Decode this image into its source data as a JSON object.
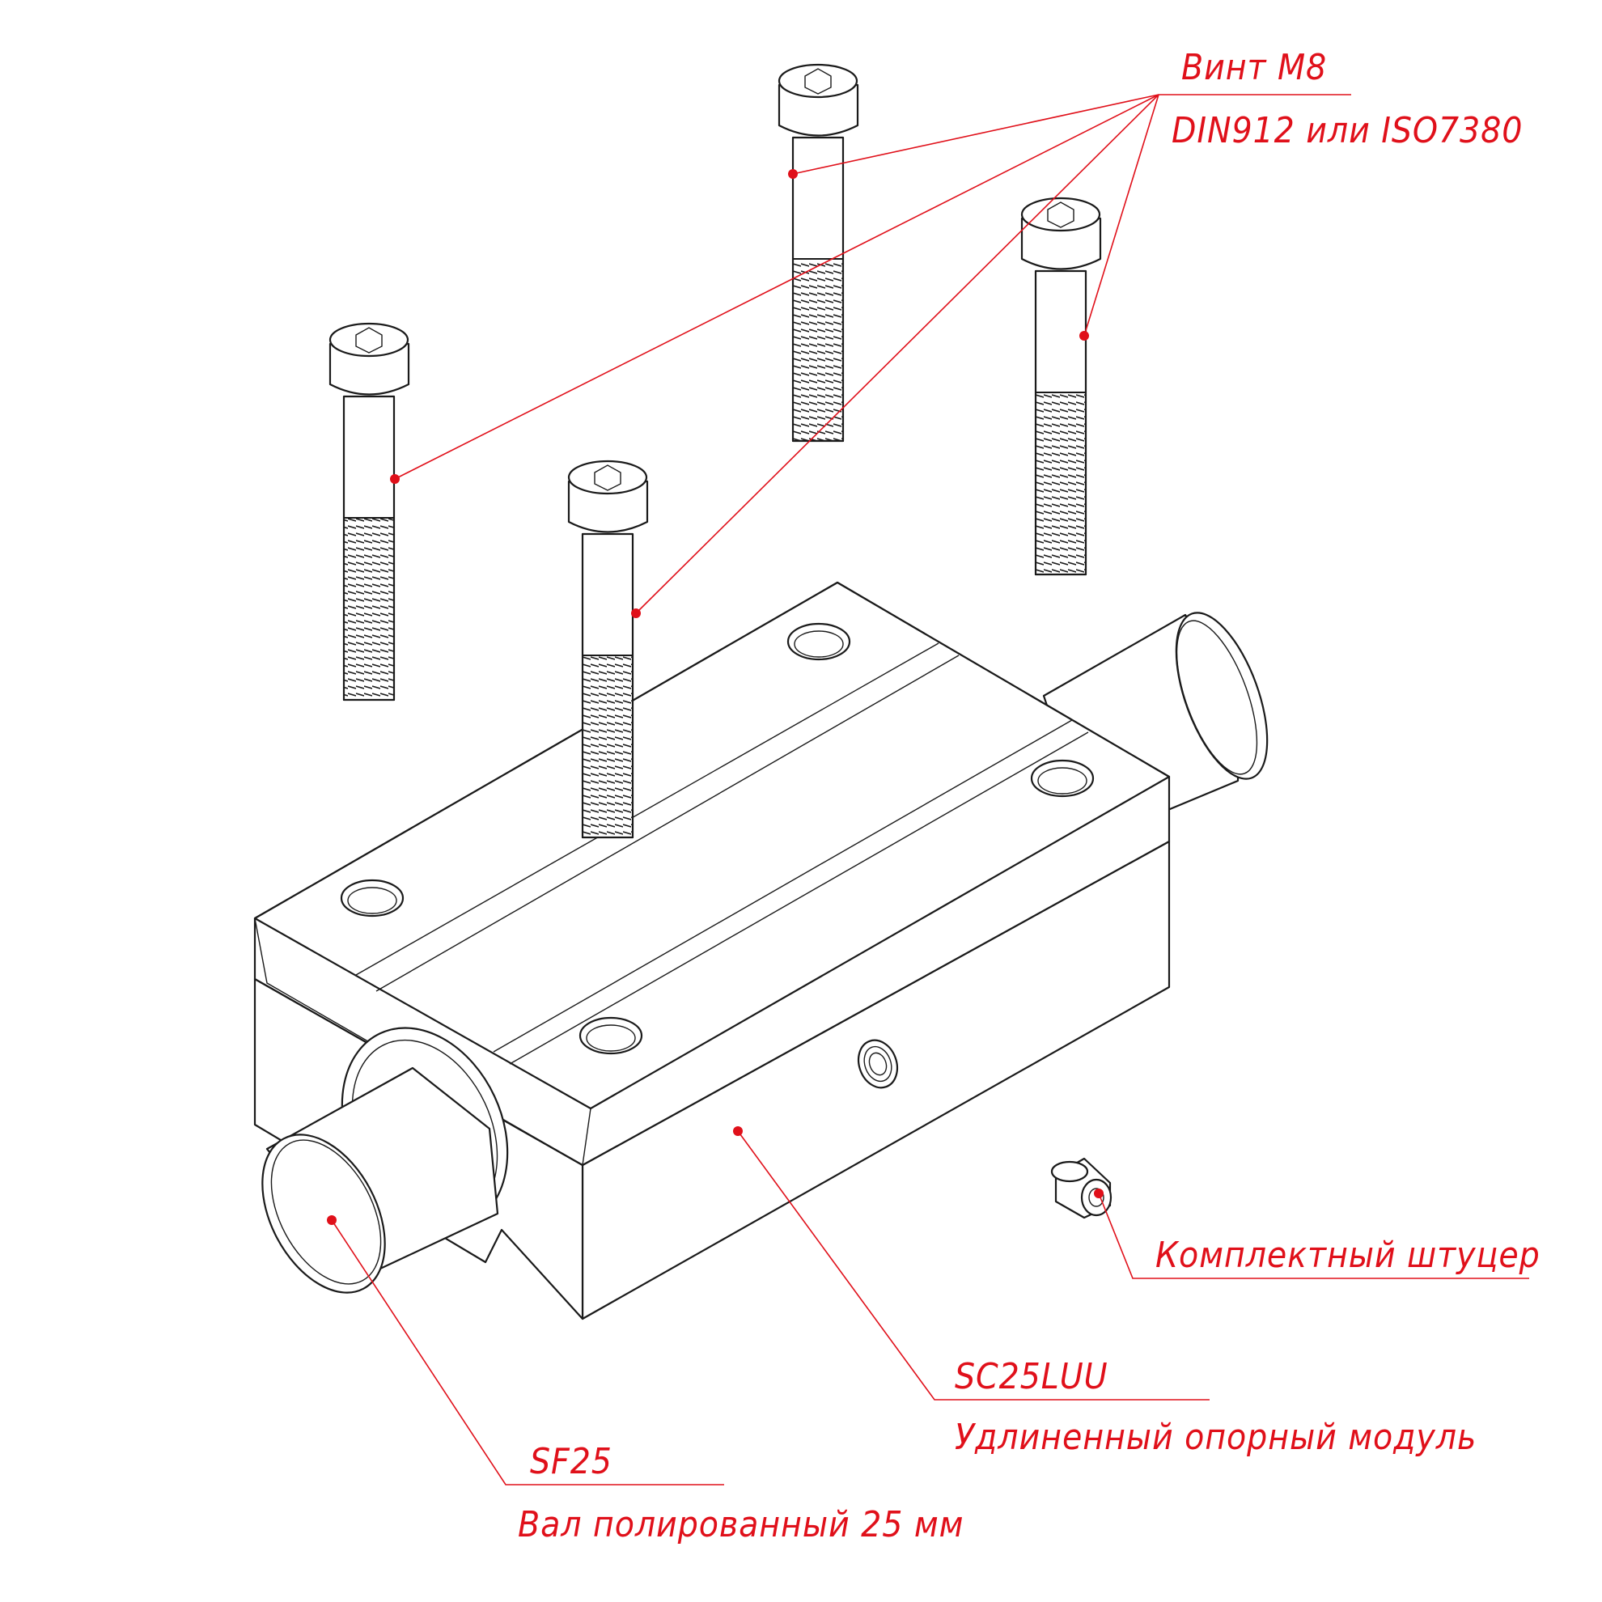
{
  "callouts": {
    "screw": {
      "line1": "Винт М8",
      "line2": "DIN912 или ISO7380"
    },
    "fitting": {
      "line1": "Комплектный штуцер"
    },
    "module": {
      "line1": "SC25LUU",
      "line2": "Удлиненный опорный модуль"
    },
    "shaft": {
      "line1": "SF25",
      "line2": "Вал полированный 25 мм"
    }
  },
  "colors": {
    "callout": "#e0101a",
    "outline": "#1a1a1a",
    "background": "#ffffff"
  }
}
